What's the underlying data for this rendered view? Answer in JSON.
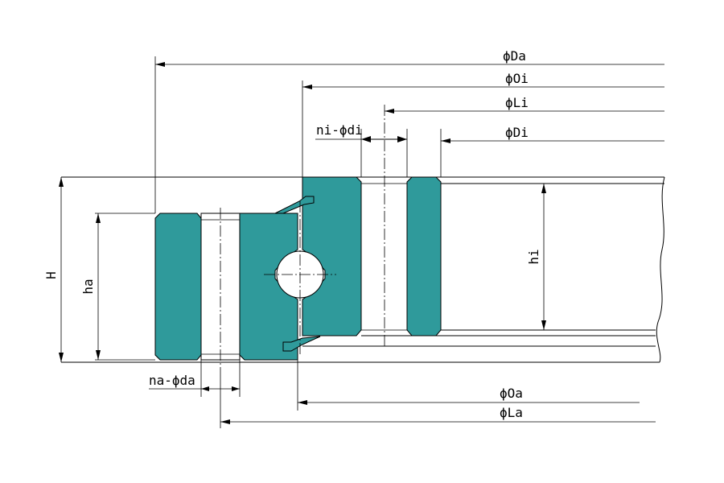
{
  "colors": {
    "ring_fill": "#2f9a9b",
    "line": "#000000",
    "background": "#ffffff"
  },
  "dimensions": {
    "Da": "ϕDa",
    "Oi": "ϕOi",
    "Li": "ϕLi",
    "Di": "ϕDi",
    "ni_di": "ni-ϕdi",
    "Oa": "ϕOa",
    "La": "ϕLa",
    "na_da": "na-ϕda",
    "H": "H",
    "ha": "ha",
    "hi": "hi"
  }
}
